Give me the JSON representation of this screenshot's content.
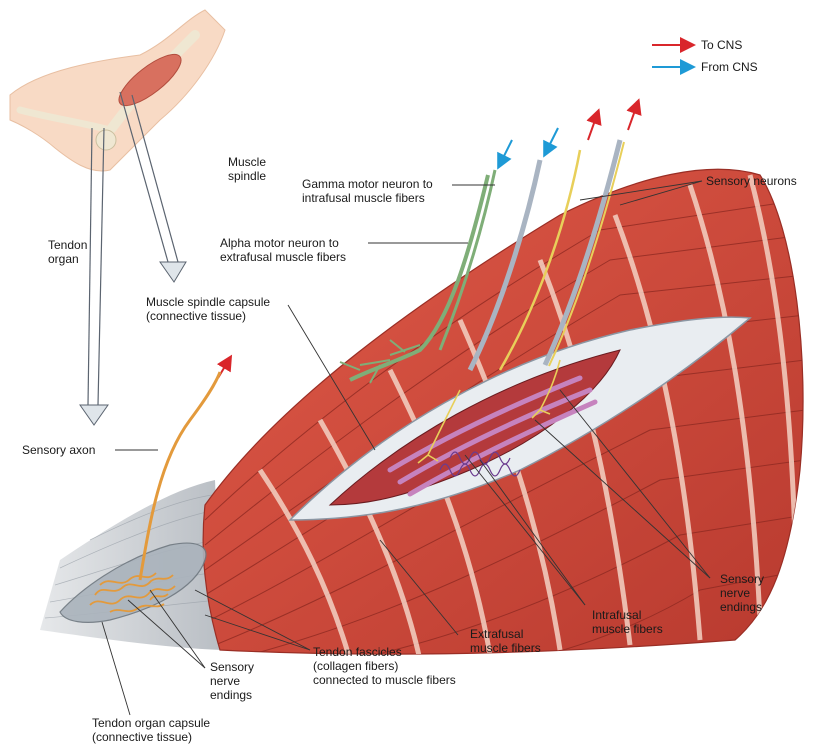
{
  "legend": {
    "to_cns": "To CNS",
    "from_cns": "From CNS",
    "to_cns_color": "#d9262b",
    "from_cns_color": "#1e9ad6"
  },
  "labels": {
    "muscle_spindle": [
      "Muscle",
      "spindle"
    ],
    "tendon_organ": [
      "Tendon",
      "organ"
    ],
    "gamma_motor": [
      "Gamma motor neuron to",
      "intrafusal muscle fibers"
    ],
    "alpha_motor": [
      "Alpha motor neuron to",
      "extrafusal muscle fibers"
    ],
    "sensory_neurons": "Sensory neurons",
    "spindle_capsule": [
      "Muscle spindle capsule",
      "(connective tissue)"
    ],
    "sensory_axon": "Sensory axon",
    "sensory_nerve_endings_right": [
      "Sensory",
      "nerve",
      "endings"
    ],
    "intrafusal_fibers": [
      "Intrafusal",
      "muscle fibers"
    ],
    "extrafusal_fibers": [
      "Extrafusal",
      "muscle fibers"
    ],
    "tendon_fascicles": [
      "Tendon fascicles",
      "(collagen fibers)",
      "connected to muscle fibers"
    ],
    "sensory_nerve_endings_left": [
      "Sensory",
      "nerve",
      "endings"
    ],
    "tendon_organ_capsule": [
      "Tendon organ capsule",
      "(connective tissue)"
    ]
  },
  "colors": {
    "muscle_red": "#cf4a3c",
    "muscle_dark": "#a8322a",
    "stripe_light": "#f4d2c4",
    "tendon_gray": "#c8ccd0",
    "axon_orange": "#e39a3c",
    "gamma_green": "#7fae78",
    "sensory_yellow": "#e8cf5a",
    "nerve_gray": "#a9b4c2",
    "intrafusal_purple": "#b26aa8",
    "skin": "#f6d2b8",
    "bone": "#eee8d6"
  }
}
